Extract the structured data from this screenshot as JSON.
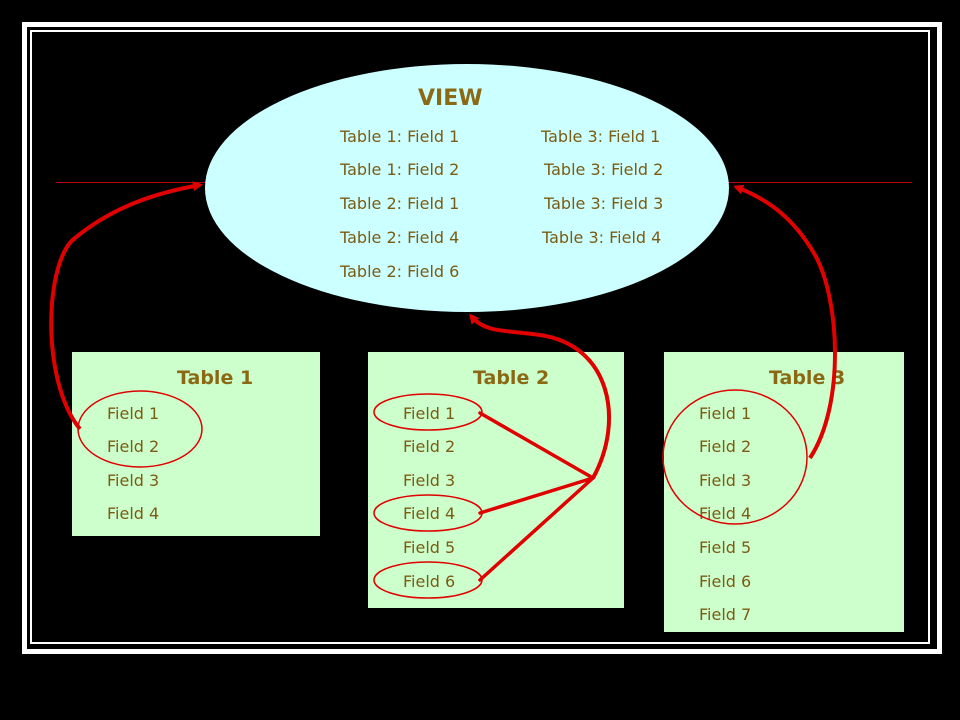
{
  "view": {
    "title": "VIEW",
    "left_column": [
      "Table 1: Field 1",
      "Table 1: Field 2",
      "Table 2: Field 1",
      "Table 2: Field 4",
      "Table 2: Field 6"
    ],
    "right_column": [
      "Table 3: Field 1",
      "Table 3: Field 2",
      "Table 3: Field 3",
      "Table 3: Field 4"
    ]
  },
  "tables": [
    {
      "title": "Table 1",
      "fields": [
        "Field 1",
        "Field 2",
        "Field 3",
        "Field 4"
      ]
    },
    {
      "title": "Table 2",
      "fields": [
        "Field 1",
        "Field 2",
        "Field 3",
        "Field 4",
        "Field 5",
        "Field 6"
      ]
    },
    {
      "title": "Table 3",
      "fields": [
        "Field 1",
        "Field 2",
        "Field 3",
        "Field 4",
        "Field 5",
        "Field 6",
        "Field 7"
      ]
    }
  ],
  "colors": {
    "background": "#000000",
    "view_fill": "#ccffff",
    "table_fill": "#ccffcc",
    "text": "#7a5c14",
    "arrow": "#e00000"
  }
}
